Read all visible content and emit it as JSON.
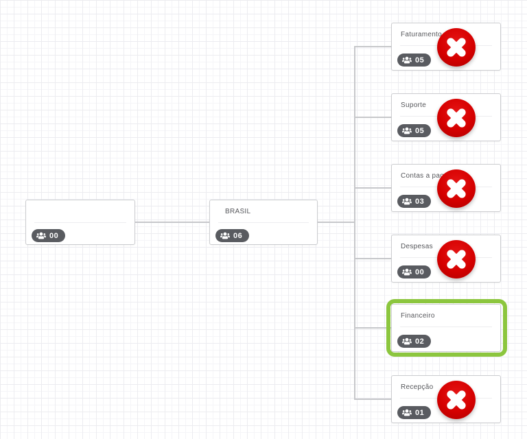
{
  "app": {
    "view": "organization-chart-editor"
  },
  "palette": {
    "canvas_bg": "#ffffff",
    "grid_line": "#ececf0",
    "node_border": "#cbcccf",
    "connector_line": "#c6c7ca",
    "badge_bg": "#595b60",
    "badge_text": "#ffffff",
    "title_text": "#55565a",
    "delete_red": "#d50000",
    "selection_green": "#8cc63e"
  },
  "icons": {
    "members": "users-icon",
    "delete": "delete-x-icon"
  },
  "chart": {
    "root": {
      "title": "",
      "count": "00"
    },
    "parent": {
      "title": "BRASIL",
      "count": "06"
    },
    "children": [
      {
        "title": "Faturamento",
        "count": "05"
      },
      {
        "title": "Suporte",
        "count": "05"
      },
      {
        "title": "Contas a pagar",
        "count": "03"
      },
      {
        "title": "Despesas",
        "count": "00"
      },
      {
        "title": "Financeiro",
        "count": "02"
      },
      {
        "title": "Recepção",
        "count": "01"
      }
    ],
    "selected_child": "Financeiro"
  }
}
